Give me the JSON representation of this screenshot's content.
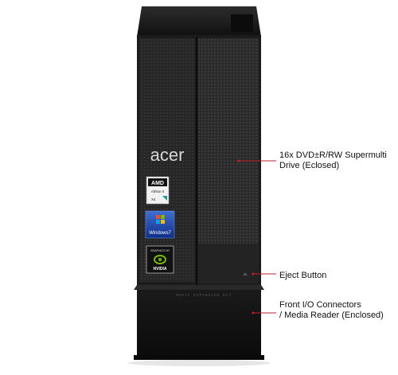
{
  "product": {
    "brand_logo": "acer",
    "badges": {
      "amd": {
        "brand": "AMD",
        "line1": "Athlon II",
        "line2": "X4"
      },
      "windows": {
        "text": "Windows7"
      },
      "nvidia": {
        "top": "GRAPHICS BY",
        "bottom": "NVIDIA"
      }
    },
    "bay_text": "MEDIA EXPANSION BAY"
  },
  "callouts": {
    "dvd": {
      "line1": "16x DVD±R/RW Supermulti",
      "line2": "Drive (Eclosed)"
    },
    "eject": {
      "line1": "Eject Button"
    },
    "io": {
      "line1": "Front I/O Connectors",
      "line2": "/ Media Reader (Enclosed)"
    }
  },
  "colors": {
    "case_body": "#1a1a1a",
    "case_top": "#111111",
    "leader_line": "#c0202a",
    "label_text": "#111111"
  }
}
